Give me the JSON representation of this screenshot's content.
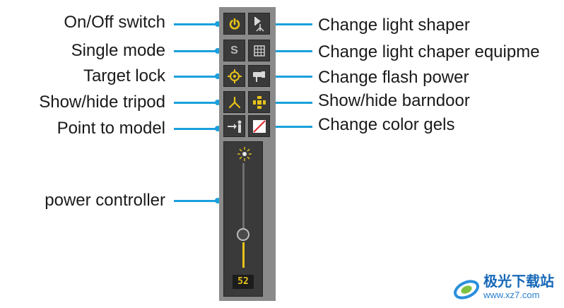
{
  "left_labels": {
    "on_off": "On/Off switch",
    "single": "Single mode",
    "target": "Target lock",
    "tripod": "Show/hide tripod",
    "point": "Point to model",
    "power": "power controller"
  },
  "right_labels": {
    "shaper": "Change light shaper",
    "equipment": "Change light chaper equipme",
    "flash": "Change flash power",
    "barndoor": "Show/hide barndoor",
    "gels": "Change color gels"
  },
  "panel": {
    "single_glyph": "S",
    "power_value": "52",
    "power_level_percent": 52
  },
  "watermark": {
    "name": "极光下载站",
    "url": "www.xz7.com"
  },
  "colors": {
    "accent": "#1aa0dc",
    "icon_yellow": "#e8c21a",
    "panel_bg": "#8a8a8a",
    "button_bg": "#3a3a3a"
  }
}
